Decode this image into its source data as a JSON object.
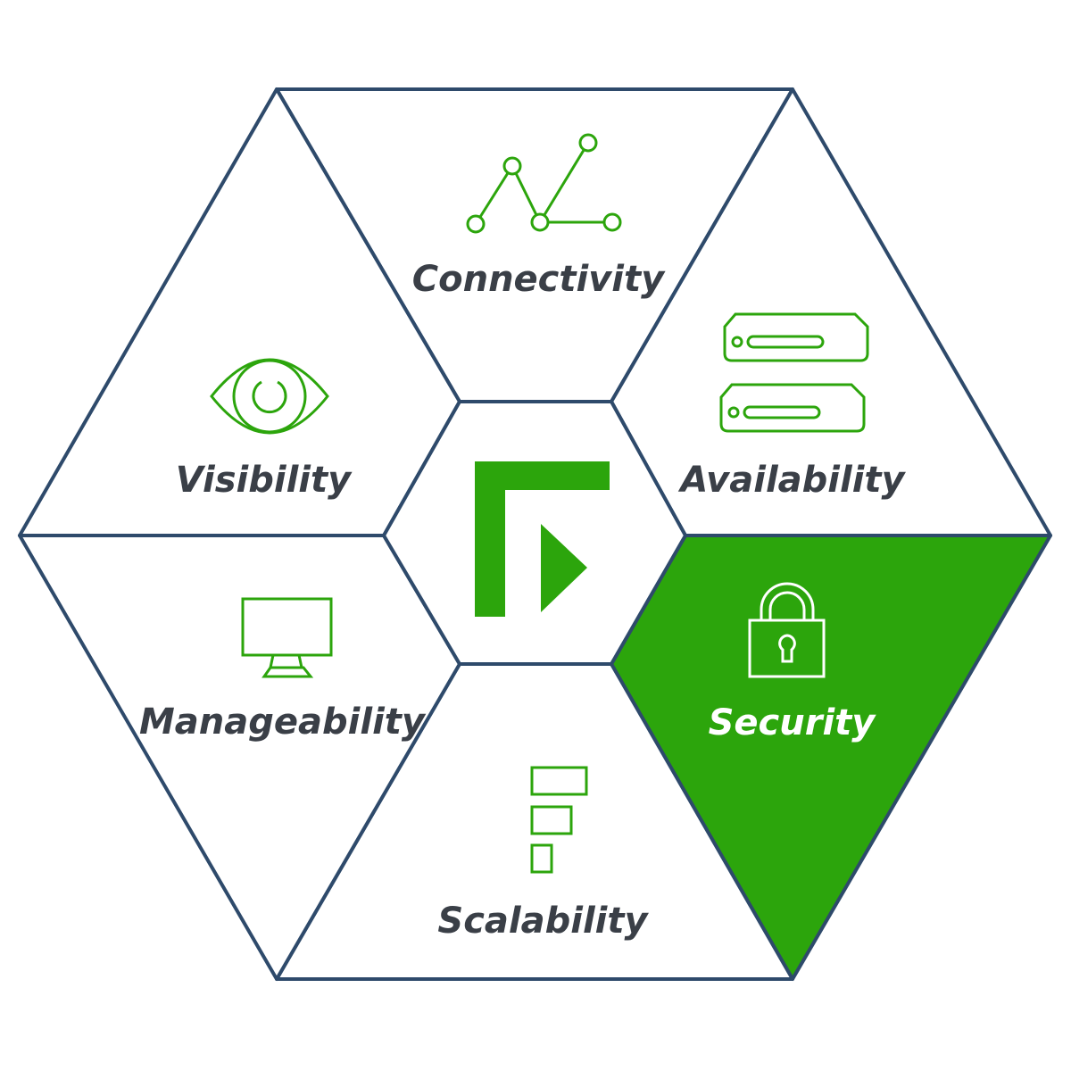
{
  "colors": {
    "outline": "#2e4a6b",
    "accent": "#2ca50c",
    "label": "#3a3f47",
    "label_on_accent": "#ffffff",
    "background": "#ffffff"
  },
  "center_logo": {
    "icon": "logo-icon"
  },
  "segments": [
    {
      "key": "connectivity",
      "label": "Connectivity",
      "icon": "network-nodes-icon",
      "highlighted": false
    },
    {
      "key": "availability",
      "label": "Availability",
      "icon": "server-icon",
      "highlighted": false
    },
    {
      "key": "security",
      "label": "Security",
      "icon": "padlock-icon",
      "highlighted": true
    },
    {
      "key": "scalability",
      "label": "Scalability",
      "icon": "stacked-bars-icon",
      "highlighted": false
    },
    {
      "key": "manageability",
      "label": "Manageability",
      "icon": "monitor-icon",
      "highlighted": false
    },
    {
      "key": "visibility",
      "label": "Visibility",
      "icon": "eye-icon",
      "highlighted": false
    }
  ]
}
